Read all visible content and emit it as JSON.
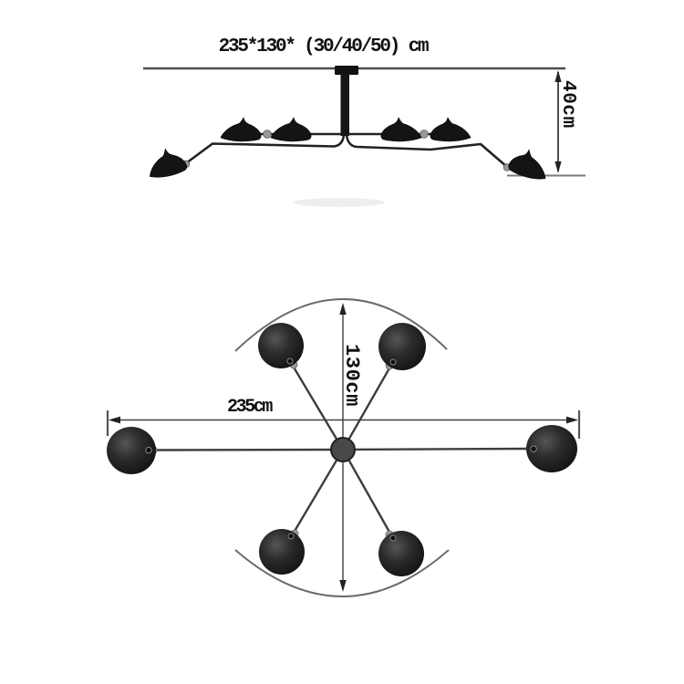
{
  "title": "235*130* (30/40/50) cm",
  "side_view": {
    "description": "six-arm ceiling lamp, side elevation",
    "drop_height_label": "40cm",
    "shade_count": 6
  },
  "plan_view": {
    "description": "six-arm ceiling lamp, plan view from below",
    "width_label": "235cm",
    "depth_label": "130cm",
    "shade_count": 6
  },
  "colors": {
    "background": "#ffffff",
    "lamp_black": "#161616",
    "arm_gray": "#3d3d3d",
    "dimension_line": "#444444",
    "arc_gray": "#6a6a6a",
    "ferrule_gray": "#999999"
  }
}
